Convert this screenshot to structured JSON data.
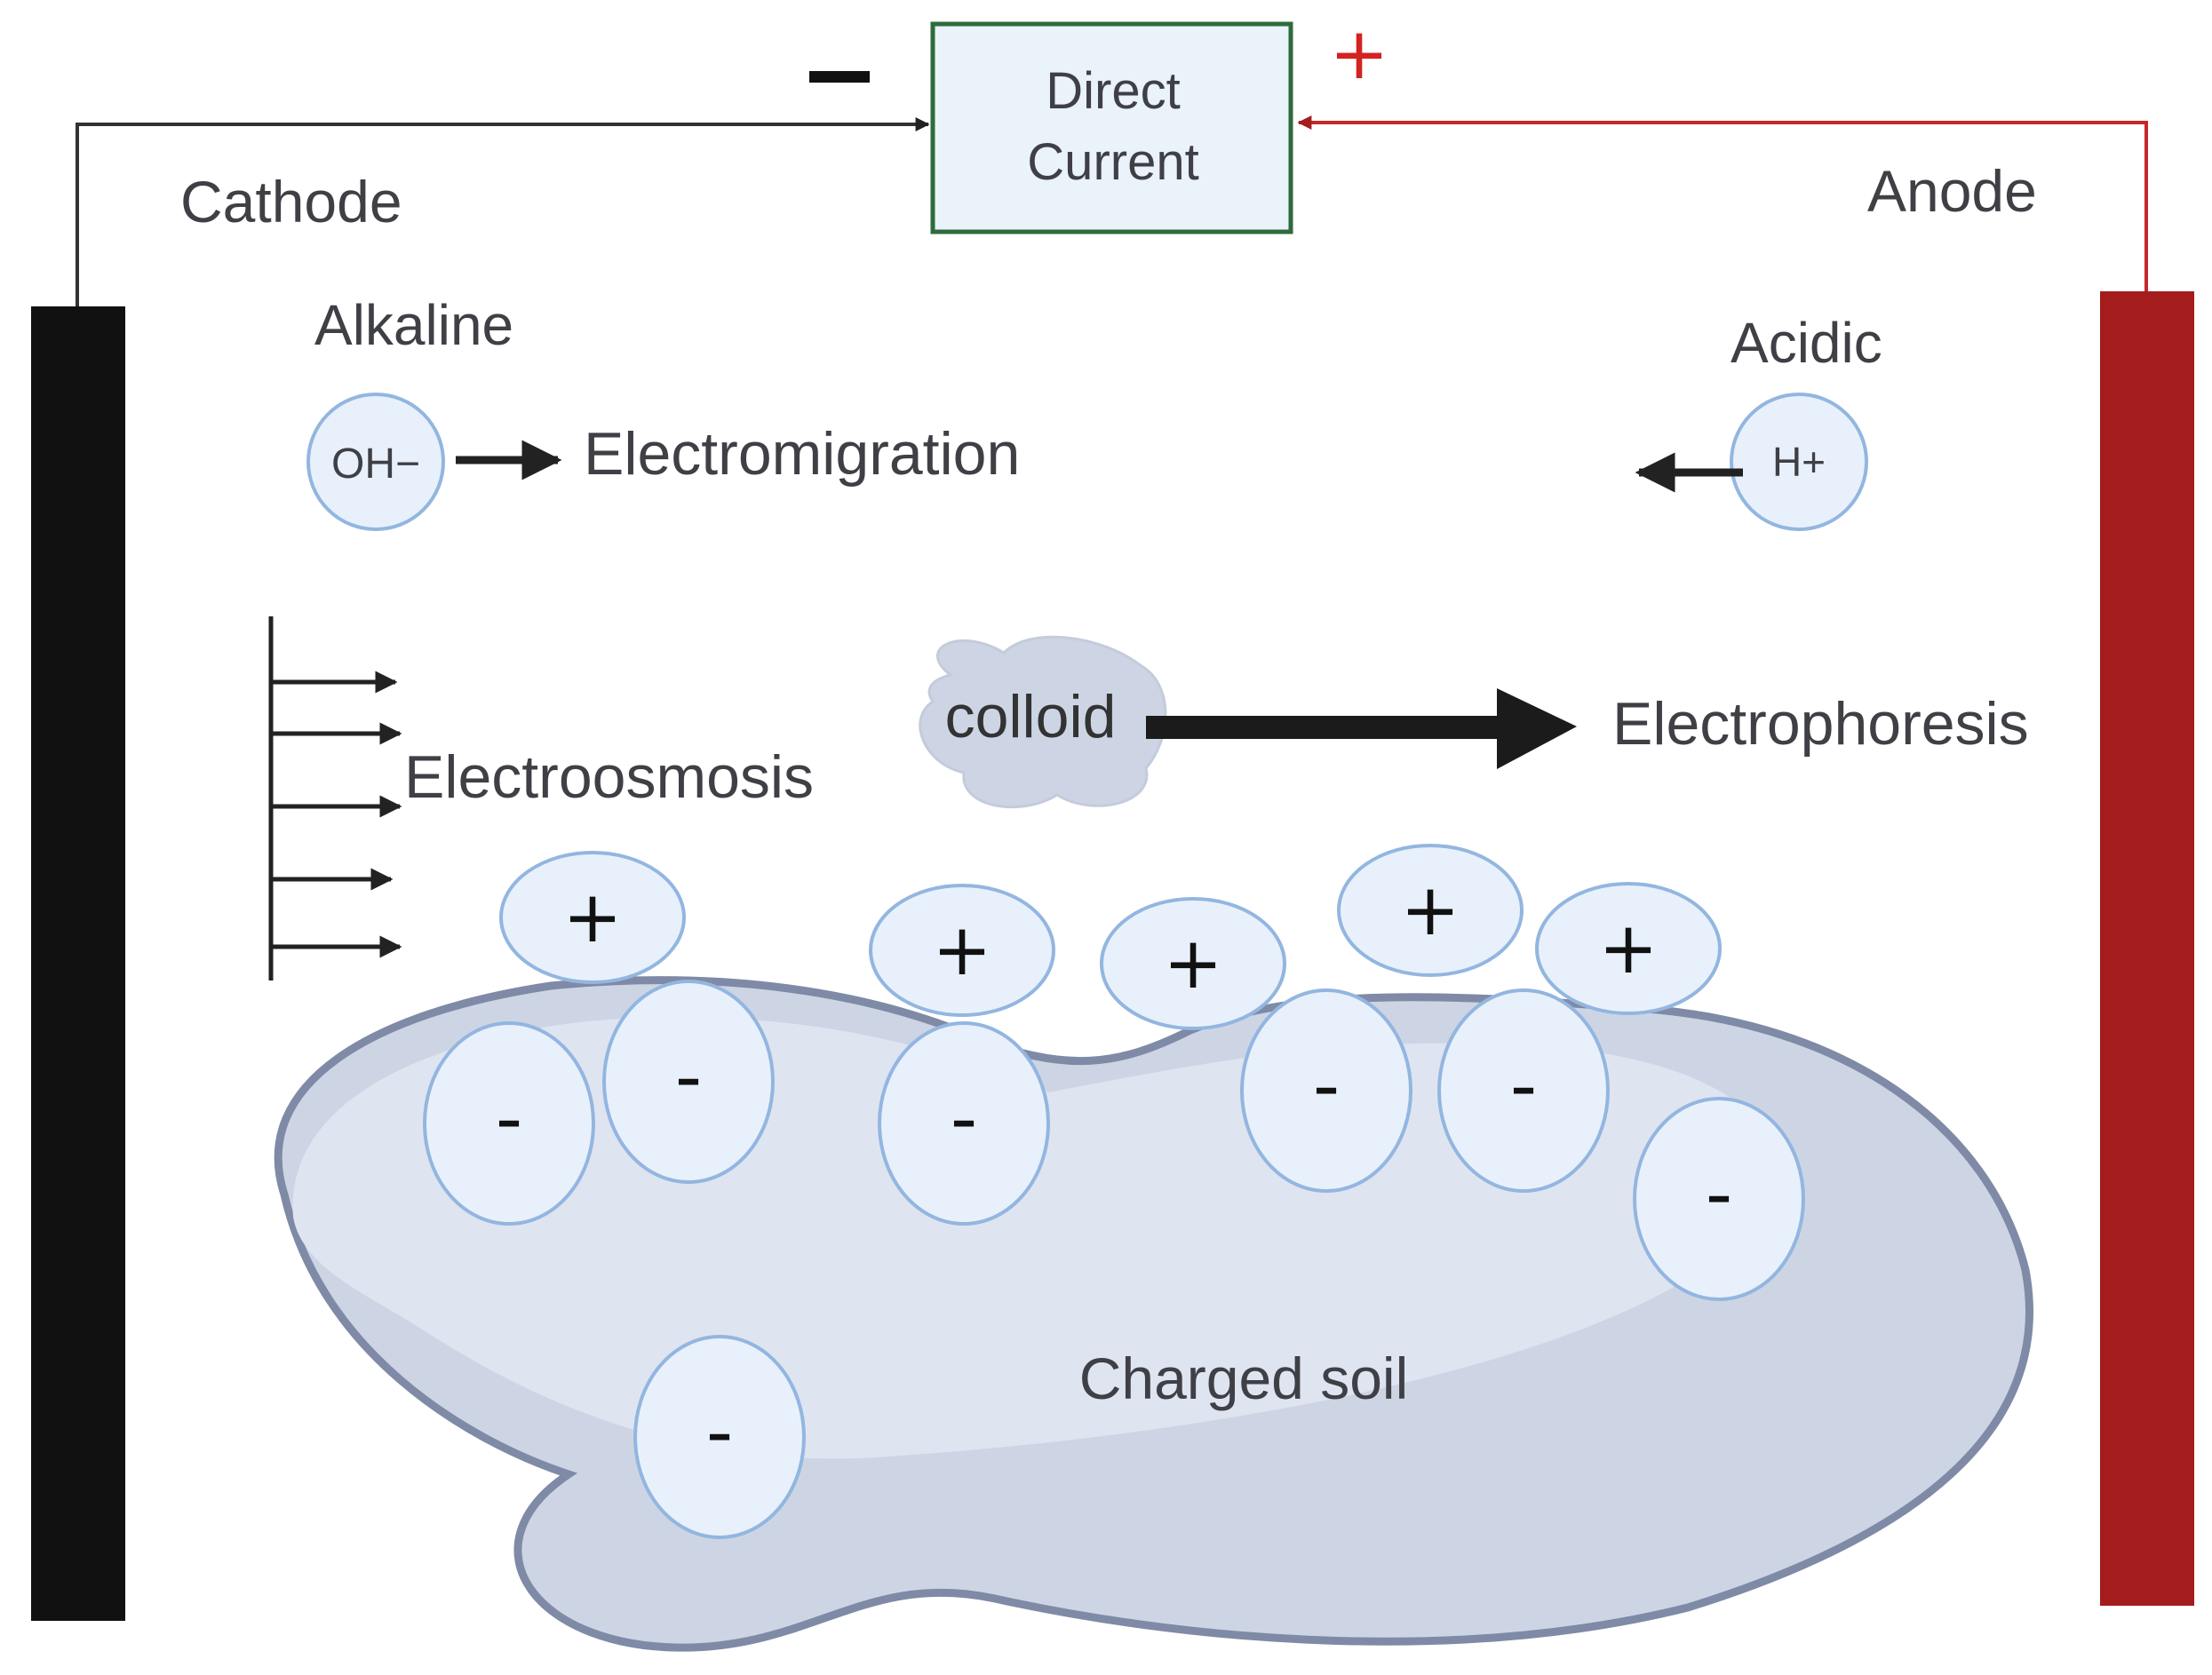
{
  "power": {
    "line1": "Direct",
    "line2": "Current",
    "neg_sign": "−",
    "pos_sign": "+"
  },
  "electrodes": {
    "cathode": "Cathode",
    "anode": "Anode"
  },
  "zones": {
    "alkaline": "Alkaline",
    "acidic": "Acidic"
  },
  "ions": {
    "hydroxide": "OH−",
    "proton": "H+",
    "plus": "+",
    "minus": "-"
  },
  "processes": {
    "electromigration": "Electromigration",
    "electroosmosis": "Electroosmosis",
    "electrophoresis": "Electrophoresis",
    "colloid": "colloid"
  },
  "soil": {
    "label": "Charged soil"
  },
  "colors": {
    "cathode": "#111111",
    "anode": "#a51c1c",
    "positive_wire": "#d32222",
    "power_border": "#2e6b3a",
    "soil": "#cdd5e5"
  }
}
